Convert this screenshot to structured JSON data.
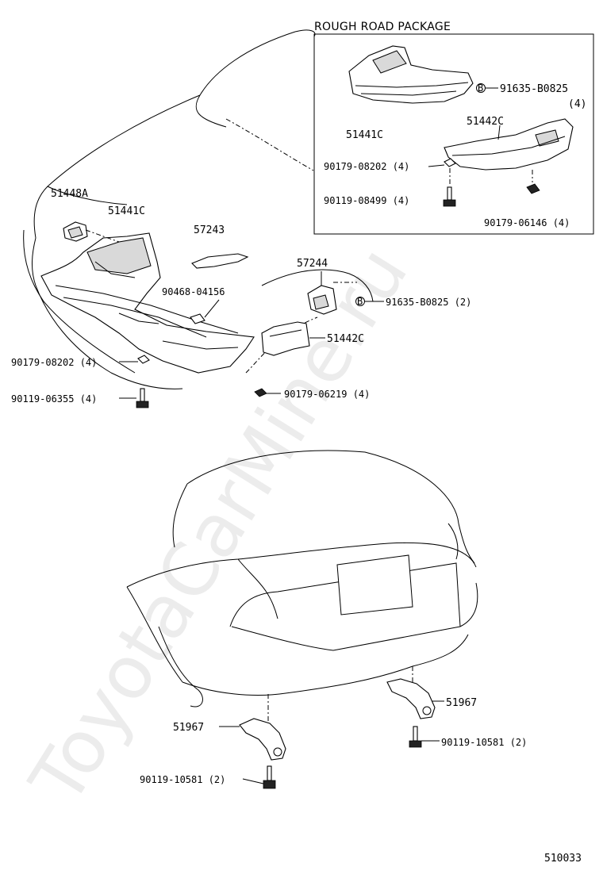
{
  "watermark": "ToyotaCarMine.ru",
  "diagram_number": "510033",
  "rough_road_package": {
    "title": "ROUGH ROAD PACKAGE",
    "labels": {
      "p51441c": "51441C",
      "p51442c": "51442C",
      "clip_b": "91635-B0825",
      "clip_b_qty": "(4)",
      "nut_08202": "90179-08202 (4)",
      "bolt_08499": "90119-08499 (4)",
      "nut_06146": "90179-06146 (4)"
    },
    "clip_symbol": "B"
  },
  "front": {
    "labels": {
      "p51448a": "51448A",
      "p51441c": "51441C",
      "p57243": "57243",
      "p57244": "57244",
      "clip_04156": "90468-04156",
      "clip_b": "91635-B0825 (2)",
      "p51442c": "51442C",
      "nut_08202": "90179-08202 (4)",
      "bolt_06355": "90119-06355 (4)",
      "nut_06219": "90179-06219 (4)"
    },
    "clip_symbol": "B"
  },
  "rear": {
    "labels": {
      "p51967_right": "51967",
      "p51967_left": "51967",
      "bolt_right": "90119-10581 (2)",
      "bolt_left": "90119-10581 (2)"
    }
  }
}
